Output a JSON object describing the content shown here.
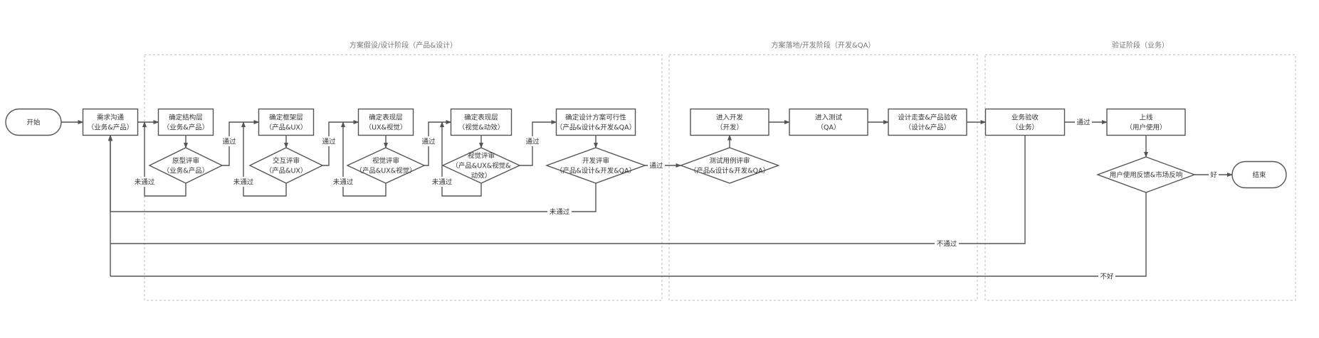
{
  "diagram": {
    "type": "flowchart",
    "colors": {
      "stroke": "#555555",
      "text": "#333333",
      "phase_border": "#bbbbbb",
      "phase_title": "#777777"
    },
    "phases": [
      {
        "id": "phase-design",
        "title": "方案假设/设计阶段（产品&设计）"
      },
      {
        "id": "phase-dev",
        "title": "方案落地/开发阶段（开发&QA）"
      },
      {
        "id": "phase-verify",
        "title": "验证阶段（业务）"
      }
    ],
    "nodes": [
      {
        "id": "start",
        "shape": "terminal",
        "lines": [
          "开始"
        ]
      },
      {
        "id": "requirement",
        "shape": "process",
        "lines": [
          "需求沟通",
          "（业务&产品）"
        ]
      },
      {
        "id": "structure",
        "shape": "process",
        "lines": [
          "确定结构层",
          "（业务&产品）"
        ]
      },
      {
        "id": "prototype-review",
        "shape": "decision",
        "lines": [
          "原型评审",
          "（业务&产品）"
        ]
      },
      {
        "id": "framework",
        "shape": "process",
        "lines": [
          "确定框架层",
          "（产品&UX）"
        ]
      },
      {
        "id": "interaction-review",
        "shape": "decision",
        "lines": [
          "交互评审",
          "（产品&UX）"
        ]
      },
      {
        "id": "presentation-1",
        "shape": "process",
        "lines": [
          "确定表现层",
          "（UX&视觉）"
        ]
      },
      {
        "id": "visual-review-1",
        "shape": "decision",
        "lines": [
          "视觉评审",
          "（产品&UX&视觉）"
        ]
      },
      {
        "id": "presentation-2",
        "shape": "process",
        "lines": [
          "确定表现层",
          "（视觉&动效）"
        ]
      },
      {
        "id": "visual-review-2",
        "shape": "decision",
        "lines": [
          "视觉评审",
          "（产品&UX&视觉&",
          "动效）"
        ]
      },
      {
        "id": "feasibility",
        "shape": "process",
        "lines": [
          "确定设计方案可行性",
          "（产品&设计&开发&QA）"
        ]
      },
      {
        "id": "dev-review",
        "shape": "decision",
        "lines": [
          "开发评审",
          "（产品&设计&开发&QA）"
        ]
      },
      {
        "id": "testcase-review",
        "shape": "decision",
        "lines": [
          "测试用例评审",
          "（产品&设计&开发&QA）"
        ]
      },
      {
        "id": "develop",
        "shape": "process",
        "lines": [
          "进入开发",
          "（开发）"
        ]
      },
      {
        "id": "testing",
        "shape": "process",
        "lines": [
          "进入测试",
          "（QA）"
        ]
      },
      {
        "id": "design-check",
        "shape": "process",
        "lines": [
          "设计走查&产品验收",
          "（设计&产品）"
        ]
      },
      {
        "id": "business-accept",
        "shape": "process",
        "lines": [
          "业务验收",
          "（业务）"
        ]
      },
      {
        "id": "launch",
        "shape": "process",
        "lines": [
          "上线",
          "（用户使用）"
        ]
      },
      {
        "id": "feedback",
        "shape": "decision",
        "lines": [
          "用户使用反馈&市场反响"
        ]
      },
      {
        "id": "end",
        "shape": "terminal",
        "lines": [
          "结束"
        ]
      }
    ],
    "edges": [
      {
        "from": "start",
        "to": "requirement",
        "label": ""
      },
      {
        "from": "requirement",
        "to": "structure",
        "label": ""
      },
      {
        "from": "structure",
        "to": "prototype-review",
        "label": ""
      },
      {
        "from": "prototype-review",
        "to": "framework",
        "label": "通过"
      },
      {
        "from": "prototype-review",
        "to": "structure",
        "label": "未通过"
      },
      {
        "from": "framework",
        "to": "interaction-review",
        "label": ""
      },
      {
        "from": "interaction-review",
        "to": "presentation-1",
        "label": "通过"
      },
      {
        "from": "interaction-review",
        "to": "framework",
        "label": "未通过"
      },
      {
        "from": "presentation-1",
        "to": "visual-review-1",
        "label": ""
      },
      {
        "from": "visual-review-1",
        "to": "presentation-2",
        "label": "通过"
      },
      {
        "from": "visual-review-1",
        "to": "presentation-1",
        "label": "未通过"
      },
      {
        "from": "presentation-2",
        "to": "visual-review-2",
        "label": ""
      },
      {
        "from": "visual-review-2",
        "to": "feasibility",
        "label": "通过"
      },
      {
        "from": "visual-review-2",
        "to": "presentation-2",
        "label": "未通过"
      },
      {
        "from": "feasibility",
        "to": "dev-review",
        "label": ""
      },
      {
        "from": "dev-review",
        "to": "testcase-review",
        "label": "通过"
      },
      {
        "from": "dev-review",
        "to": "requirement",
        "label": "未通过"
      },
      {
        "from": "testcase-review",
        "to": "develop",
        "label": ""
      },
      {
        "from": "develop",
        "to": "testing",
        "label": ""
      },
      {
        "from": "testing",
        "to": "design-check",
        "label": ""
      },
      {
        "from": "design-check",
        "to": "business-accept",
        "label": ""
      },
      {
        "from": "business-accept",
        "to": "launch",
        "label": "通过"
      },
      {
        "from": "business-accept",
        "to": "requirement",
        "label": "不通过"
      },
      {
        "from": "launch",
        "to": "feedback",
        "label": ""
      },
      {
        "from": "feedback",
        "to": "end",
        "label": "好"
      },
      {
        "from": "feedback",
        "to": "requirement",
        "label": "不好"
      }
    ]
  }
}
